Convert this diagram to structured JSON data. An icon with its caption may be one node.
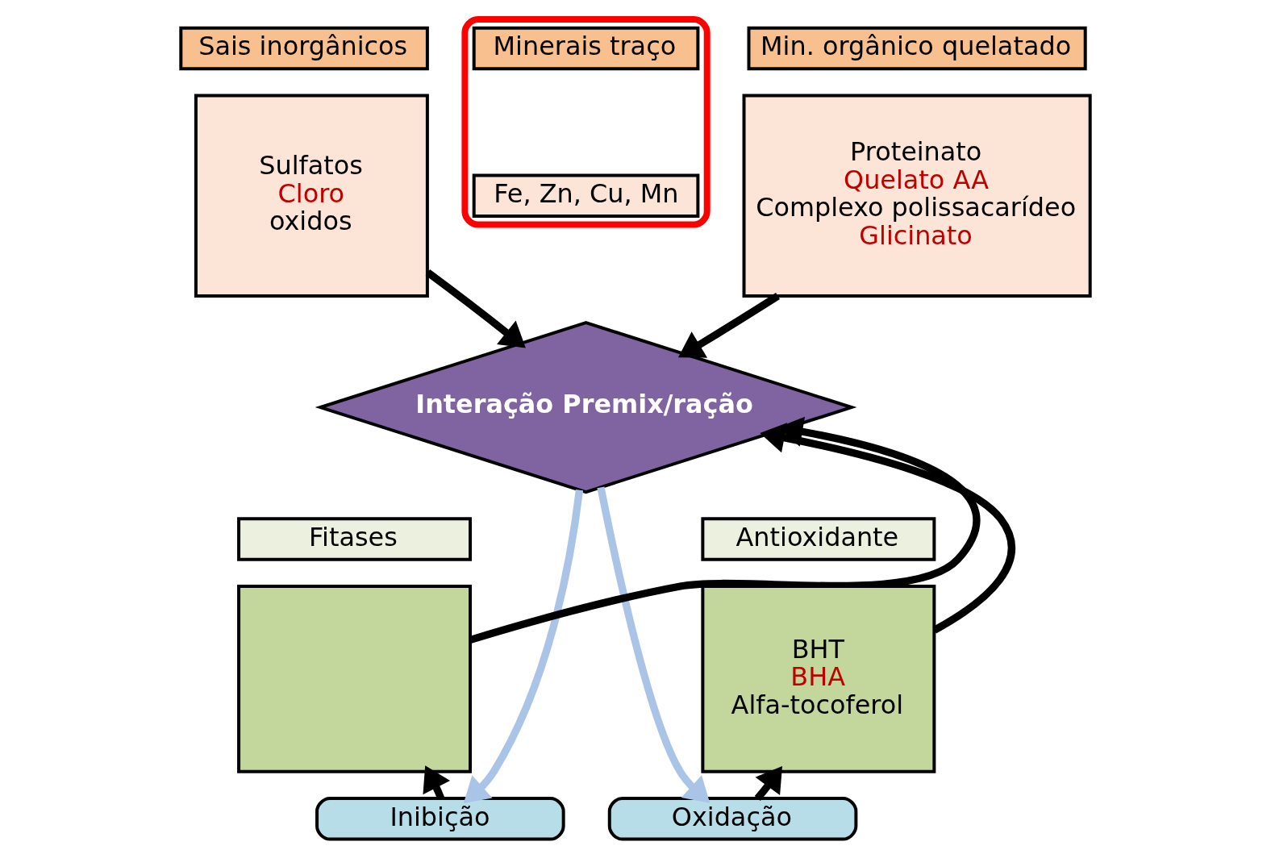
{
  "diagram": {
    "nodes": [
      {
        "text": [
          "Sais inorgânicos"
        ]
      },
      {
        "text": [
          "Sulfatos",
          "Cloro",
          "oxidos"
        ]
      },
      {
        "text": [],
        "shape": "box"
      },
      {
        "text": [
          "Minerais traço"
        ],
        "in": 2
      },
      {
        "text": [
          "Fe, Zn, Cu, Mn"
        ],
        "in": 2
      },
      {
        "text": [
          "Min. orgânico quelatado"
        ]
      },
      {
        "text": [
          "Proteinato",
          "Quelato AA",
          "Complexo polissacarídeo",
          "Glicinato"
        ]
      },
      {
        "text": [
          "Interação Premix/ração"
        ]
      },
      {
        "text": [
          "Fitases"
        ]
      },
      {
        "text": [],
        "shape": "box"
      },
      {
        "text": [
          "Antioxidante"
        ]
      },
      {
        "text": [
          "BHT",
          "BHA",
          "Alfa-tocoferol"
        ]
      },
      {
        "text": [
          "Inibição"
        ]
      },
      {
        "text": [
          "Oxidação"
        ]
      }
    ],
    "edges": [
      {
        "from": 1,
        "to": 7,
        "arrow": "to"
      },
      {
        "from": 6,
        "to": 7,
        "arrow": "to"
      },
      {
        "from": 9,
        "to": 7,
        "arrow": "to"
      },
      {
        "from": 11,
        "to": 7,
        "arrow": "to"
      },
      {
        "from": 7,
        "to": 12,
        "arrow": "to",
        "color": "#a9c4e6"
      },
      {
        "from": 7,
        "to": 13,
        "arrow": "to",
        "color": "#a9c4e6"
      },
      {
        "from": 12,
        "to": 9,
        "arrow": "to"
      },
      {
        "from": 13,
        "to": 11,
        "arrow": "to"
      }
    ]
  }
}
